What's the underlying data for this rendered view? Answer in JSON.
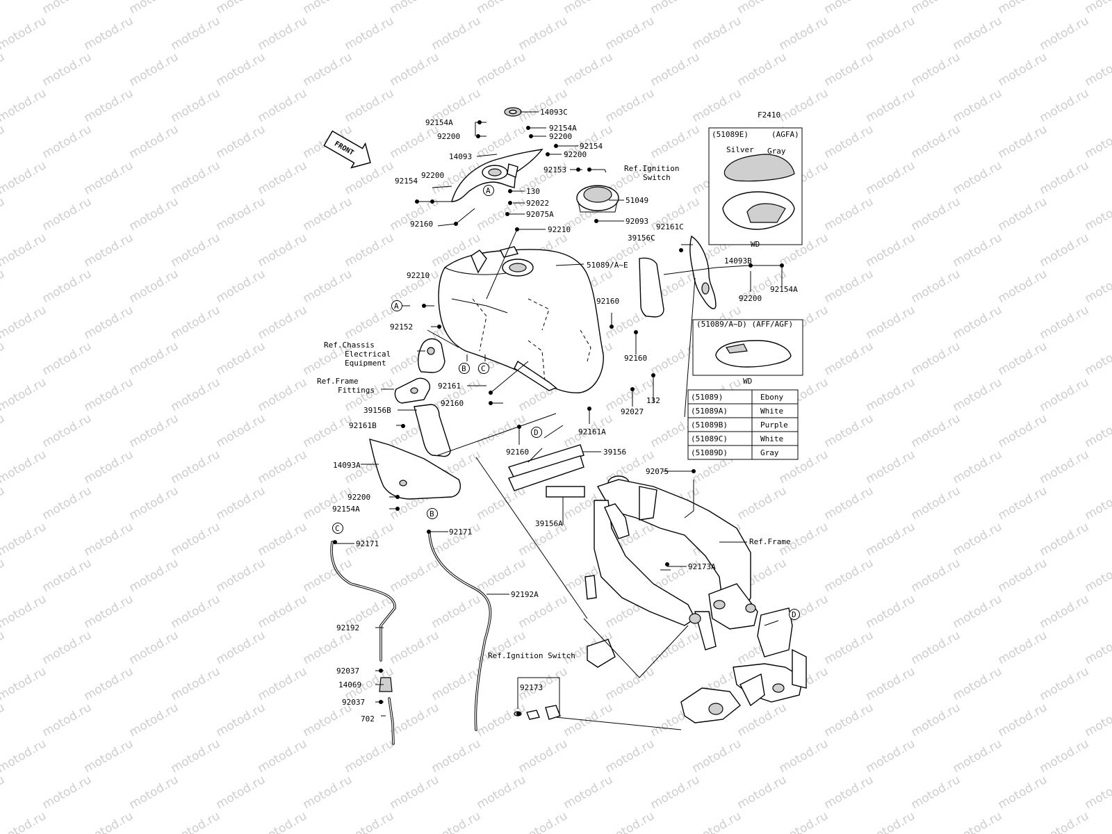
{
  "watermark": {
    "text": "motod.ru",
    "color": "#cdcdcd"
  },
  "figure_code": "F2410",
  "front_arrow": "FRONT",
  "callouts": {
    "A": "A",
    "B": "B",
    "C": "C",
    "D": "D"
  },
  "labels": {
    "p14093C": "14093C",
    "p92154A_1": "92154A",
    "p92200_1": "92200",
    "p92154A_2": "92154A",
    "p92200_2": "92200",
    "p14093": "14093",
    "p92154_1": "92154",
    "p92200_3": "92200",
    "p92153": "92153",
    "ref_ign_1": "Ref.Ignition",
    "ref_ign_2": "Switch",
    "p92154_2": "92154",
    "p92200_4": "92200",
    "p130": "130",
    "p51049": "51049",
    "p92022": "92022",
    "p92075A": "92075A",
    "p92093": "92093",
    "p92160_1": "92160",
    "p92210_1": "92210",
    "p39156C": "39156C",
    "p92161C": "92161C",
    "p51089": "51089/A~E",
    "p14093B": "14093B",
    "p92210_2": "92210",
    "p92200_5": "92200",
    "p92154A_3": "92154A",
    "p92160_2": "92160",
    "p92152": "92152",
    "ref_chassis_1": "Ref.Chassis",
    "ref_chassis_2": "Electrical",
    "ref_chassis_3": "Equipment",
    "p92160_3": "92160",
    "ref_frame_fit_1": "Ref.Frame",
    "ref_frame_fit_2": "Fittings",
    "p92161": "92161",
    "p132": "132",
    "p92027": "92027",
    "p92160_4": "92160",
    "p39156B": "39156B",
    "p92161A": "92161A",
    "p92161B": "92161B",
    "p92160_5": "92160",
    "p39156": "39156",
    "p14093A": "14093A",
    "p92075": "92075",
    "p92200_6": "92200",
    "p92154A_4": "92154A",
    "p39156A": "39156A",
    "ref_frame": "Ref.Frame",
    "p92171_1": "92171",
    "p92171_2": "92171",
    "p92173A": "92173A",
    "p92192A": "92192A",
    "p92192": "92192",
    "ref_ign_3": "Ref.Ignition Switch",
    "p92037_1": "92037",
    "p14069": "14069",
    "p92173": "92173",
    "p92037_2": "92037",
    "p702": "702"
  },
  "inset_agfa": {
    "header_left": "(51089E)",
    "header_right": "(AGFA)",
    "silver": "Silver",
    "gray": "Gray",
    "caption": "WD"
  },
  "inset_aff": {
    "header": "(51089/A~D) (AFF/AGF)",
    "caption": "WD"
  },
  "color_table": [
    {
      "code": "(51089)",
      "color": "Ebony"
    },
    {
      "code": "(51089A)",
      "color": "White"
    },
    {
      "code": "(51089B)",
      "color": "Purple"
    },
    {
      "code": "(51089C)",
      "color": "White"
    },
    {
      "code": "(51089D)",
      "color": "Gray"
    }
  ]
}
